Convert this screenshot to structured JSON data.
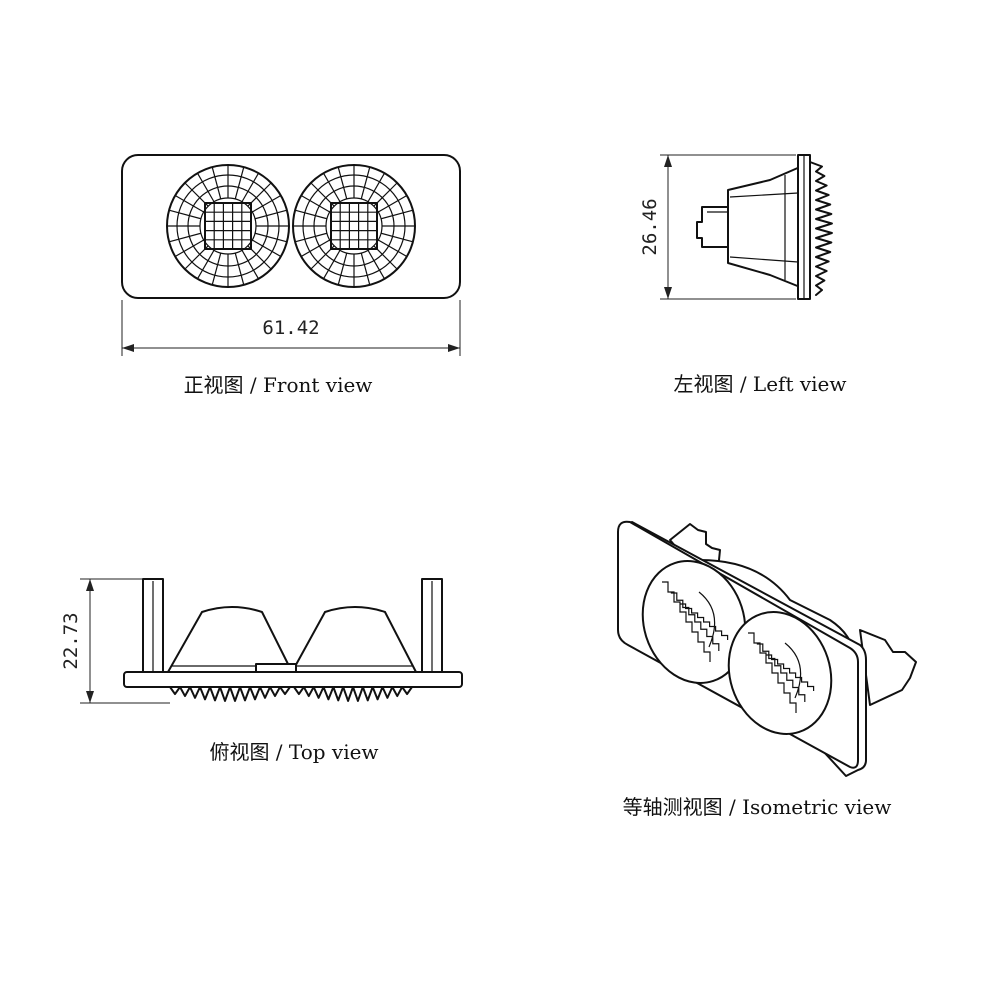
{
  "views": {
    "front": {
      "caption": "正视图 / Front view",
      "dimension": "61.42"
    },
    "left": {
      "caption": "左视图 / Left view",
      "dimension": "26.46"
    },
    "top": {
      "caption": "俯视图 / Top view",
      "dimension": "22.73"
    },
    "isometric": {
      "caption": "等轴测视图 / Isometric view"
    }
  },
  "colors": {
    "line": "#111111",
    "background": "#ffffff"
  }
}
